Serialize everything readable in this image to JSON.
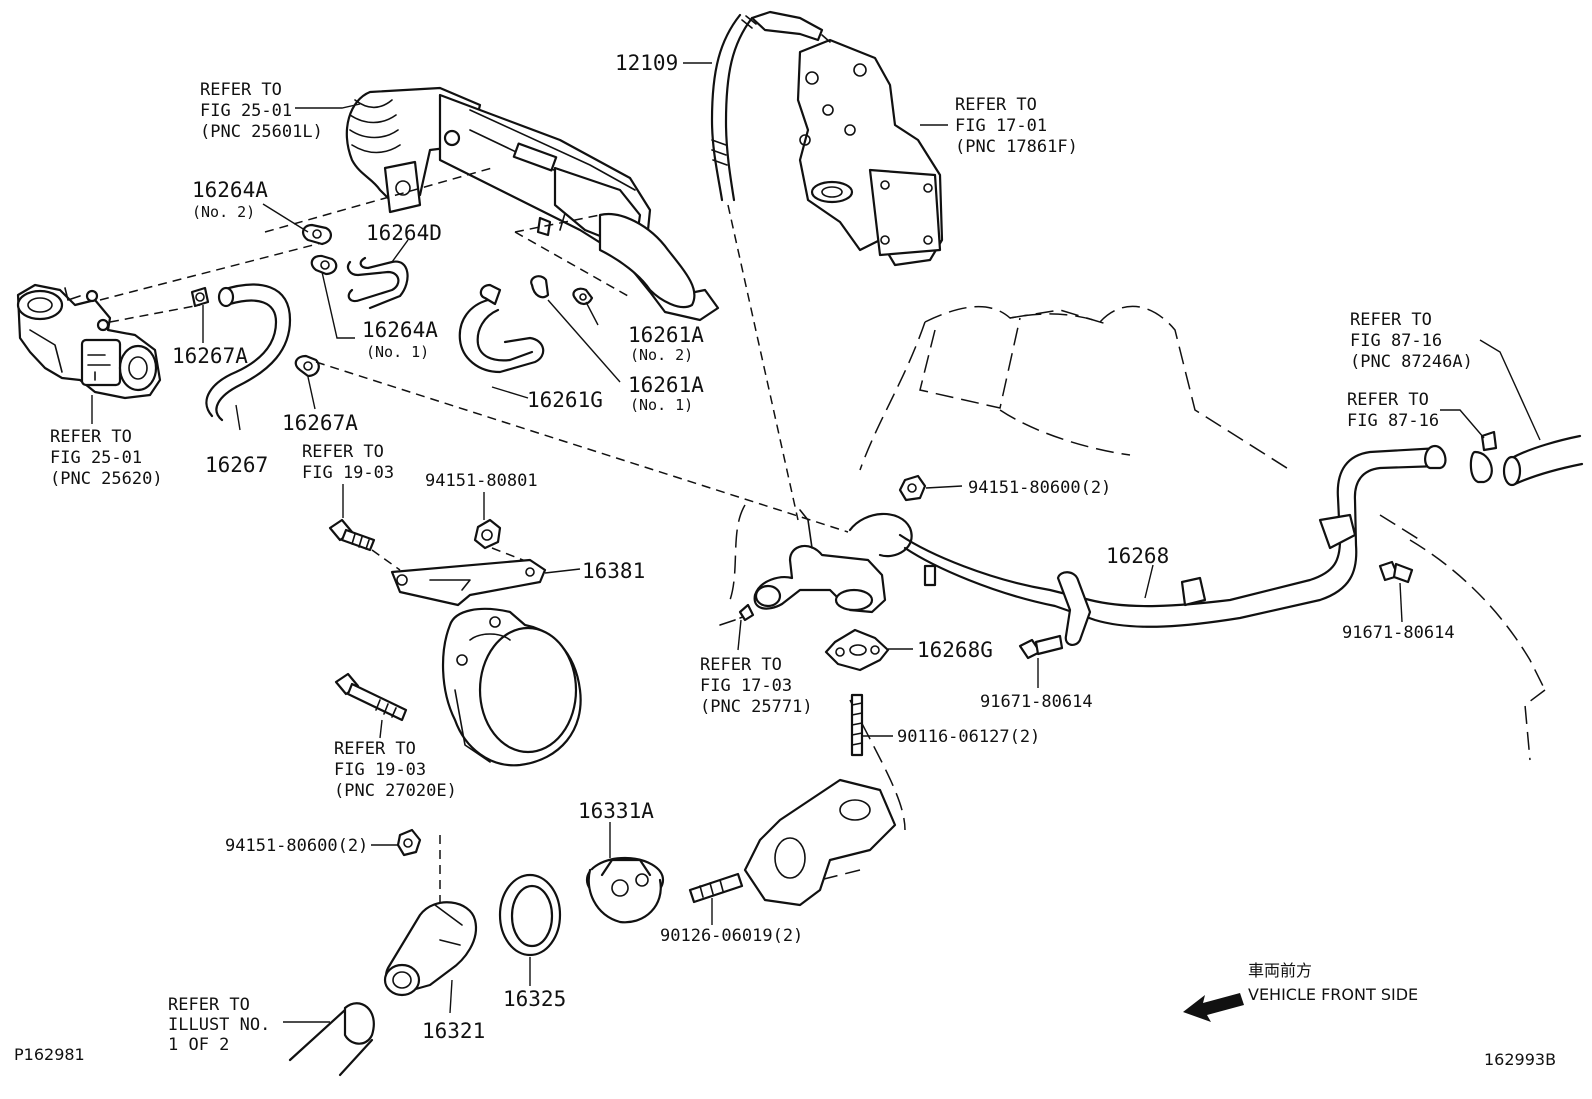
{
  "footer": {
    "left_code": "P162981",
    "right_code": "162993B"
  },
  "direction": {
    "jp": "車両前方",
    "en": "VEHICLE FRONT SIDE"
  },
  "refs": {
    "egr_valve": [
      "REFER TO",
      "FIG 25-01",
      "(PNC 25620)"
    ],
    "egr_cooler": [
      "REFER TO",
      "FIG 25-01",
      "(PNC 25601L)"
    ],
    "bracket_top": [
      "REFER TO",
      "FIG 17-01",
      "(PNC 17861F)"
    ],
    "pump_bolt_top": [
      "REFER TO",
      "FIG 19-03"
    ],
    "pump_bolt_bottom": [
      "REFER TO",
      "FIG 19-03",
      "(PNC 27020E)"
    ],
    "pipe_left": [
      "REFER TO",
      "FIG 17-03",
      "(PNC 25771)"
    ],
    "hose_top_right": [
      "REFER TO",
      "FIG 87-16",
      "(PNC 87246A)"
    ],
    "clamp_right": [
      "REFER TO",
      "FIG 87-16"
    ],
    "illust": [
      "REFER TO",
      "ILLUST NO.",
      "1 OF 2"
    ]
  },
  "parts": {
    "p12109": "12109",
    "p16264A_2": "16264A",
    "p16264A_2_sub": "(No. 2)",
    "p16264D": "16264D",
    "p16264A_1": "16264A",
    "p16264A_1_sub": "(No. 1)",
    "p16267A_top": "16267A",
    "p16267A_bot": "16267A",
    "p16267": "16267",
    "p16261A_2": "16261A",
    "p16261A_2_sub": "(No. 2)",
    "p16261A_1": "16261A",
    "p16261A_1_sub": "(No. 1)",
    "p16261G": "16261G",
    "p94151_80801": "94151-80801",
    "p16381": "16381",
    "p94151_80600_top": "94151-80600(2)",
    "p16268": "16268",
    "p91671_80614_right": "91671-80614",
    "p91671_80614_mid": "91671-80614",
    "p16268G": "16268G",
    "p90116": "90116-06127(2)",
    "p16331A": "16331A",
    "p94151_80600_bot": "94151-80600(2)",
    "p90126": "90126-06019(2)",
    "p16325": "16325",
    "p16321": "16321"
  }
}
